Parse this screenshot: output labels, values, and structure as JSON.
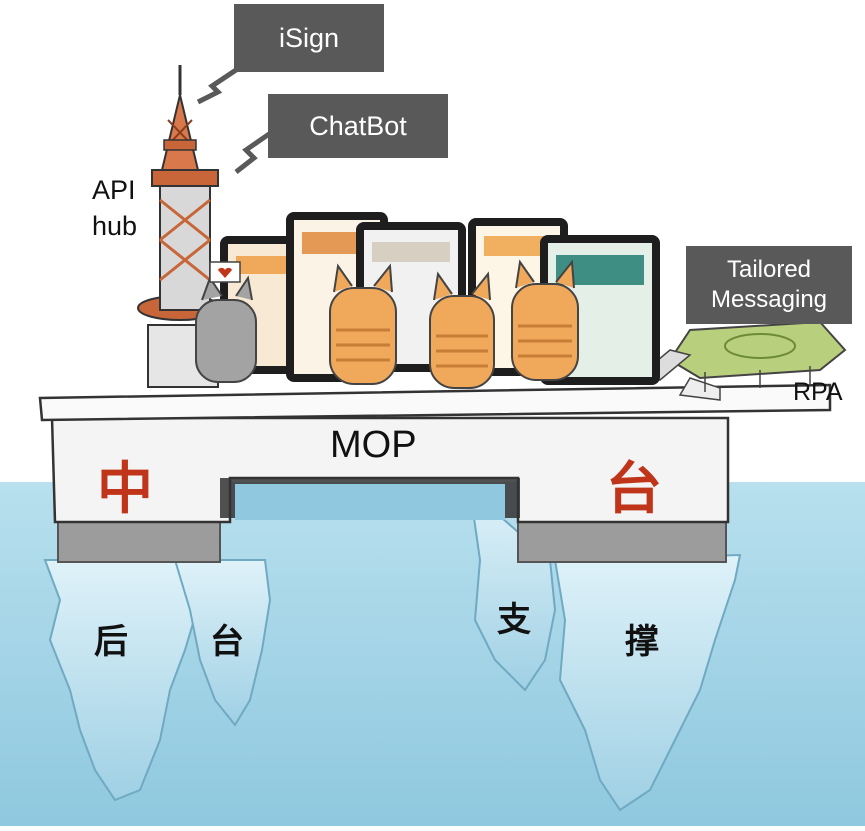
{
  "callouts": {
    "isign": "iSign",
    "chatbot": "ChatBot",
    "tailored_line1": "Tailored",
    "tailored_line2": "Messaging"
  },
  "labels": {
    "api_line1": "API",
    "api_line2": "hub",
    "rpa": "RPA",
    "mop": "MOP"
  },
  "platform_chars": {
    "left": "中",
    "right": "台"
  },
  "iceberg_chars": {
    "a": "后",
    "b": "台",
    "c": "支",
    "d": "撑"
  },
  "colors": {
    "callout_bg": "#595959",
    "red_char": "#c0351a",
    "water": "#a9d8ea",
    "tower": "#c8663a",
    "cat_orange": "#f0a85a",
    "cat_gray": "#9a9a9a",
    "helipad": "#b8cf7e"
  }
}
